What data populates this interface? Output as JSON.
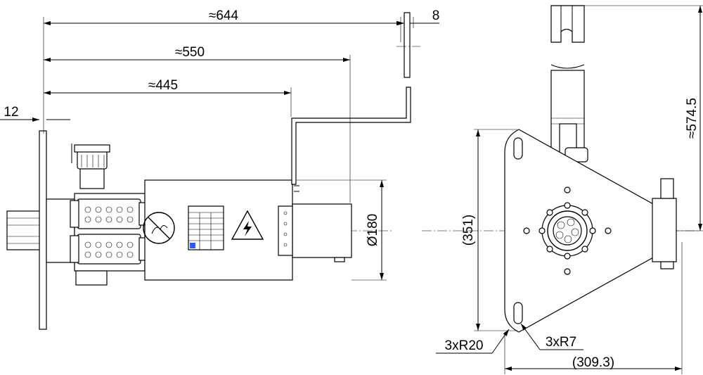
{
  "drawing": {
    "dimensions": {
      "total_length": "≈644",
      "length_bracket": "≈550",
      "length_body": "≈445",
      "flange_thickness": "12",
      "bracket_thickness": "8",
      "diameter": "Ø180",
      "height": "≈574.5",
      "triangle_height": "(351)",
      "triangle_width": "(309.3)",
      "outer_radius": "3xR20",
      "inner_radius": "3xR7"
    },
    "colors": {
      "line": "#000000",
      "background": "#ffffff"
    }
  }
}
